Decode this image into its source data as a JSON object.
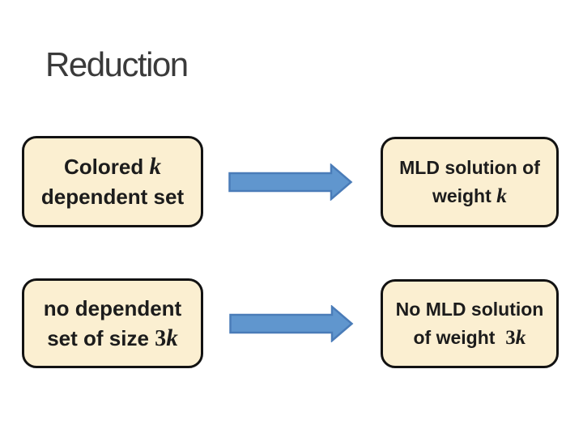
{
  "title": "Reduction",
  "colors": {
    "background": "#ffffff",
    "box_fill": "#fbefd1",
    "box_border": "#121212",
    "box_text": "#1c1c1c",
    "title_text": "#3a3a3a",
    "arrow_fill": "#6096ce",
    "arrow_stroke": "#4a7cb8"
  },
  "boxes": [
    {
      "name": "colored-k-dependent-set",
      "line1": {
        "t": "Colored ",
        "n": "",
        "v": "k"
      },
      "line2": {
        "t": "dependent set",
        "n": "",
        "v": ""
      }
    },
    {
      "name": "mld-solution-of-weight-k",
      "line1": {
        "t": "MLD solution of",
        "n": "",
        "v": ""
      },
      "line2": {
        "t": "weight ",
        "n": "",
        "v": "k"
      }
    },
    {
      "name": "no-dependent-set-of-size-3k",
      "line1": {
        "t": "no dependent",
        "n": "",
        "v": ""
      },
      "line2": {
        "t": "set of size ",
        "n": "3",
        "v": "k"
      }
    },
    {
      "name": "no-mld-solution-of-weight-3k",
      "line1": {
        "t": "No MLD solution",
        "n": "",
        "v": ""
      },
      "line2": {
        "t": "of weight  ",
        "n": "3",
        "v": "k"
      }
    }
  ],
  "arrows": [
    {
      "name": "top-implication-arrow",
      "direction": "right"
    },
    {
      "name": "bottom-implication-arrow",
      "direction": "right"
    }
  ]
}
